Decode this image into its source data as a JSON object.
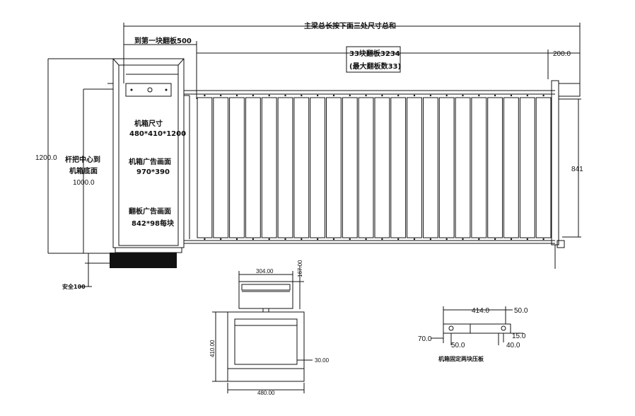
{
  "front_view": {
    "total_label": "主梁总长按下面三处尺寸总和",
    "first_panel_label": "到第一块翻板500",
    "panels_label_line1": "33块翻板3234",
    "panels_label_line2": "(最大翻板数33)",
    "end_label": "200.0",
    "height_total": "1200.0",
    "arm_center_line1": "杆把中心到",
    "arm_center_line2": "机箱底面",
    "arm_center_value": "1000.0",
    "safety_label": "安全100",
    "panel_height": "841",
    "cabinet_size_title": "机箱尺寸",
    "cabinet_size_value": "480*410*1200",
    "cabinet_ad_title": "机箱广告画面",
    "cabinet_ad_value": "970*390",
    "panel_ad_title": "翻板广告画面",
    "panel_ad_value": "842*98每块"
  },
  "top_view": {
    "width_top": "304.00",
    "height_top": "167.00",
    "height_side": "410.00",
    "offset": "30.00",
    "width_bottom": "480.00"
  },
  "bracket_view": {
    "length": "414.0",
    "right_offset": "50.0",
    "left_height": "70.0",
    "bottom_offset": "50.0",
    "small_offset": "15.0",
    "width_right": "40.0",
    "caption": "机箱固定两块压板"
  }
}
